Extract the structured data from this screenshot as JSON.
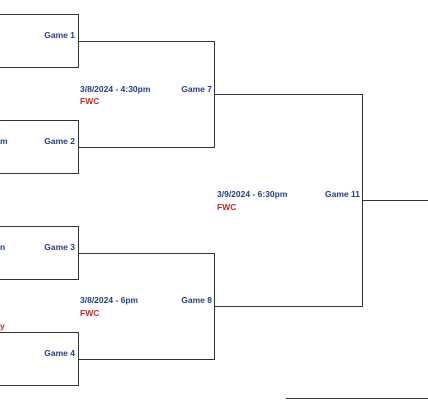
{
  "colors": {
    "game_label": "#1f3f86",
    "venue": "#c62828",
    "bracket_line": "#333333"
  },
  "round1": {
    "games": [
      {
        "label": "Game 1",
        "team_fragment": ""
      },
      {
        "label": "Game 2",
        "team_fragment": "m"
      },
      {
        "label": "Game 3",
        "team_fragment": "n"
      },
      {
        "label": "Game 4",
        "team_fragment": "y"
      }
    ]
  },
  "round2": {
    "games": [
      {
        "label": "Game 7",
        "datetime": "3/8/2024 - 4:30pm",
        "venue": "FWC"
      },
      {
        "label": "Game 8",
        "datetime": "3/8/2024 - 6pm",
        "venue": "FWC"
      }
    ]
  },
  "round3": {
    "games": [
      {
        "label": "Game 11",
        "datetime": "3/9/2024 - 6:30pm",
        "venue": "FWC"
      }
    ]
  }
}
